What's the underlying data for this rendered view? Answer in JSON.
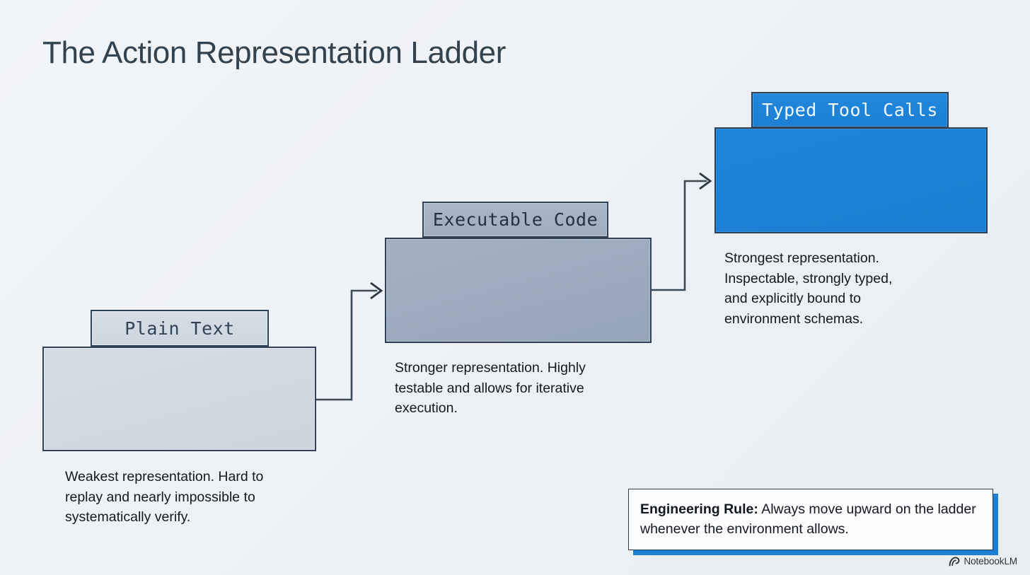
{
  "page": {
    "title": "The Action Representation Ladder",
    "background_color": "#eef1f5",
    "accent_color": "#1b7fd4"
  },
  "diagram": {
    "type": "ladder",
    "steps": [
      {
        "rank": 1,
        "label": "Plain Text",
        "caption": "Weakest representation. Hard to\nreplay and nearly impossible to\nsystematically verify.",
        "fill_color": "#d0d8e2",
        "border_color": "#2f4156",
        "label_color": "#2f4156"
      },
      {
        "rank": 2,
        "label": "Executable Code",
        "caption": "Stronger representation. Highly\ntestable and allows for iterative\nexecution.",
        "fill_color": "#9caabc",
        "border_color": "#2f4156",
        "label_color": "#25313f"
      },
      {
        "rank": 3,
        "label": "Typed Tool Calls",
        "caption": "Strongest representation.\nInspectable, strongly typed,\nand explicitly bound to\nenvironment schemas.",
        "fill_color": "#1b81d6",
        "border_color": "#2f4156",
        "label_color": "#f2fbff"
      }
    ],
    "connectors": [
      {
        "from": "Plain Text",
        "to": "Executable Code",
        "style": "elbow-arrow"
      },
      {
        "from": "Executable Code",
        "to": "Typed Tool Calls",
        "style": "elbow-arrow"
      }
    ]
  },
  "callout": {
    "label": "Engineering Rule:",
    "text": " Always move upward on the ladder whenever the environment allows.",
    "shadow_color": "#1b7fd4"
  },
  "watermark": {
    "label": "NotebookLM",
    "icon": "notebooklm-arc-icon"
  }
}
